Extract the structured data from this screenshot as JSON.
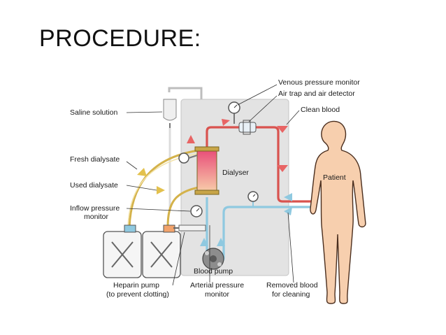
{
  "title": "PROCEDURE:",
  "labels": {
    "venous_pressure_monitor": "Venous pressure monitor",
    "air_trap": "Air trap and air detector",
    "clean_blood": "Clean blood",
    "saline_solution": "Saline solution",
    "fresh_dialysate": "Fresh dialysate",
    "used_dialysate": "Used dialysate",
    "inflow_pressure_1": "Inflow pressure",
    "inflow_pressure_2": "monitor",
    "dialyser": "Dialyser",
    "patient": "Patient",
    "blood_pump": "Blood pump",
    "heparin_1": "Heparin pump",
    "heparin_2": "(to prevent clotting)",
    "arterial_1": "Arterial pressure",
    "arterial_2": "monitor",
    "removed_1": "Removed blood",
    "removed_2": "for cleaning"
  },
  "colors": {
    "machine_panel": "#e3e3e3",
    "clean_blood_line": "#d9534f",
    "removed_blood_line": "#8fc9e0",
    "dialysate_line": "#d4b24a",
    "dialyser_top": "#e9507a",
    "dialyser_bottom": "#f7c9a8",
    "patient_skin": "#f7cfae"
  }
}
